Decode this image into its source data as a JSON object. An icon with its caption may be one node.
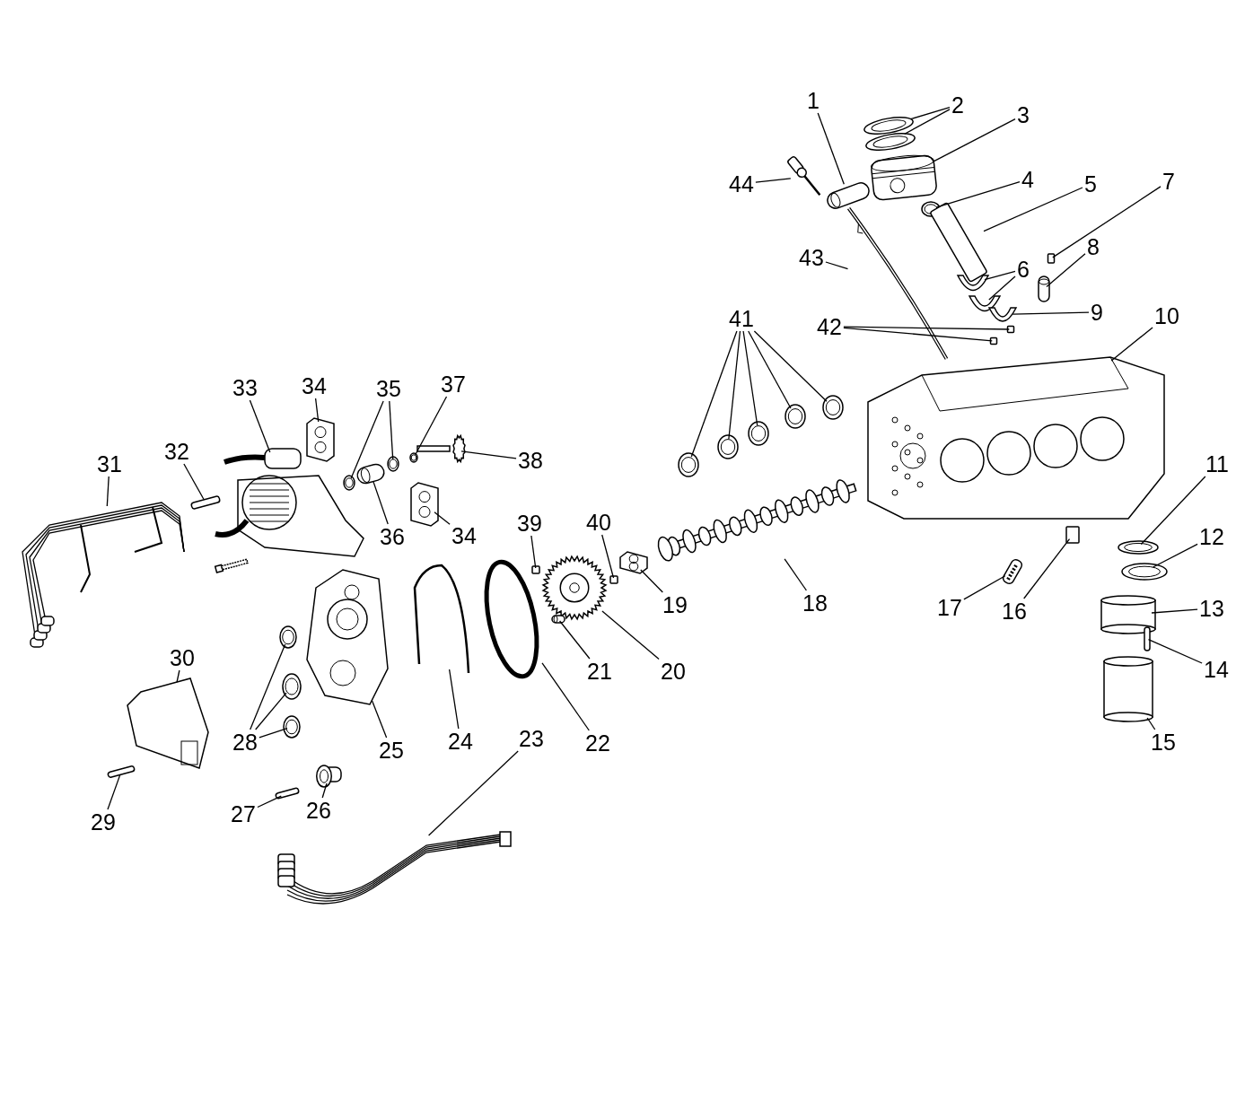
{
  "diagram": {
    "nodes": [
      {
        "text": [
          "1"
        ]
      },
      {
        "text": [
          "2"
        ]
      },
      {
        "text": [
          "3"
        ]
      },
      {
        "text": [
          "4"
        ]
      },
      {
        "text": [
          "5"
        ]
      },
      {
        "text": [
          "6"
        ]
      },
      {
        "text": [
          "7"
        ]
      },
      {
        "text": [
          "8"
        ]
      },
      {
        "text": [
          "9"
        ]
      },
      {
        "text": [
          "10"
        ]
      },
      {
        "text": [
          "11"
        ]
      },
      {
        "text": [
          "12"
        ]
      },
      {
        "text": [
          "13"
        ]
      },
      {
        "text": [
          "14"
        ]
      },
      {
        "text": [
          "15"
        ]
      },
      {
        "text": [
          "16"
        ]
      },
      {
        "text": [
          "17"
        ]
      },
      {
        "text": [
          "18"
        ]
      },
      {
        "text": [
          "19"
        ]
      },
      {
        "text": [
          "20"
        ]
      },
      {
        "text": [
          "21"
        ]
      },
      {
        "text": [
          "22"
        ]
      },
      {
        "text": [
          "23"
        ]
      },
      {
        "text": [
          "24"
        ]
      },
      {
        "text": [
          "25"
        ]
      },
      {
        "text": [
          "26"
        ]
      },
      {
        "text": [
          "27"
        ]
      },
      {
        "text": [
          "28"
        ]
      },
      {
        "text": [
          "29"
        ]
      },
      {
        "text": [
          "30"
        ]
      },
      {
        "text": [
          "31"
        ]
      },
      {
        "text": [
          "32"
        ]
      },
      {
        "text": [
          "33"
        ]
      },
      {
        "text": [
          "34"
        ]
      },
      {
        "text": [
          "34"
        ]
      },
      {
        "text": [
          "35"
        ]
      },
      {
        "text": [
          "36"
        ]
      },
      {
        "text": [
          "37"
        ]
      },
      {
        "text": [
          "38"
        ]
      },
      {
        "text": [
          "39"
        ]
      },
      {
        "text": [
          "40"
        ]
      },
      {
        "text": [
          "41"
        ]
      },
      {
        "text": [
          "42"
        ]
      },
      {
        "text": [
          "43"
        ]
      },
      {
        "text": [
          "44"
        ]
      },
      {
        "text": [],
        "shape": "picture"
      },
      {
        "text": [],
        "shape": "picture"
      },
      {
        "text": [],
        "shape": "picture"
      },
      {
        "text": [],
        "shape": "picture"
      },
      {
        "text": [],
        "shape": "picture"
      },
      {
        "text": [],
        "shape": "bar"
      },
      {
        "text": [],
        "shape": "picture"
      },
      {
        "text": [],
        "shape": "picture"
      },
      {
        "text": [],
        "shape": "box"
      },
      {
        "text": [],
        "shape": "picture"
      },
      {
        "text": [],
        "shape": "picture"
      },
      {
        "text": [],
        "shape": "picture"
      },
      {
        "text": [],
        "shape": "picture"
      },
      {
        "text": [],
        "shape": "picture"
      },
      {
        "text": [],
        "shape": "cylinder"
      },
      {
        "text": [],
        "shape": "bar"
      },
      {
        "text": [],
        "shape": "cylinder"
      },
      {
        "text": [],
        "shape": "box"
      },
      {
        "text": [],
        "shape": "picture"
      },
      {
        "text": [],
        "shape": "picture"
      },
      {
        "text": [],
        "shape": "picture"
      },
      {
        "text": [],
        "shape": "picture"
      },
      {
        "text": [],
        "shape": "picture"
      },
      {
        "text": [],
        "shape": "circle"
      },
      {
        "text": [],
        "shape": "picture"
      },
      {
        "text": [],
        "shape": "picture"
      },
      {
        "text": [],
        "shape": "picture"
      },
      {
        "text": [],
        "shape": "picture"
      },
      {
        "text": [],
        "shape": "bar"
      },
      {
        "text": [],
        "shape": "picture"
      },
      {
        "text": [],
        "shape": "picture"
      },
      {
        "text": [],
        "shape": "picture"
      },
      {
        "text": [],
        "shape": "bar"
      },
      {
        "text": [],
        "shape": "picture"
      },
      {
        "text": [],
        "shape": "picture"
      },
      {
        "text": [],
        "shape": "bar"
      },
      {
        "text": [],
        "shape": "picture"
      },
      {
        "text": [],
        "shape": "picture"
      },
      {
        "text": [],
        "shape": "picture"
      },
      {
        "text": [],
        "shape": "picture"
      },
      {
        "text": [],
        "shape": "picture"
      },
      {
        "text": [],
        "shape": "picture"
      },
      {
        "text": [],
        "shape": "picture"
      },
      {
        "text": [],
        "shape": "picture"
      },
      {
        "text": [],
        "shape": "box"
      },
      {
        "text": [],
        "shape": "box"
      },
      {
        "text": [],
        "shape": "picture"
      },
      {
        "text": [],
        "shape": "picture"
      },
      {
        "text": [],
        "shape": "picture"
      },
      {
        "text": [],
        "shape": "picture"
      },
      {
        "text": [],
        "shape": "picture"
      },
      {
        "text": [],
        "shape": "box"
      },
      {
        "text": [],
        "shape": "box"
      },
      {
        "text": [],
        "shape": "picture"
      },
      {
        "text": [],
        "shape": "picture"
      }
    ],
    "edges": [
      {
        "from": 0,
        "to": 45,
        "arrow": "none"
      },
      {
        "from": 1,
        "to": 46,
        "arrow": "none"
      },
      {
        "from": 1,
        "to": 47,
        "arrow": "none"
      },
      {
        "from": 2,
        "to": 48,
        "arrow": "none"
      },
      {
        "from": 3,
        "to": 49,
        "arrow": "none"
      },
      {
        "from": 4,
        "to": 50,
        "arrow": "none"
      },
      {
        "from": 5,
        "to": 51,
        "arrow": "none"
      },
      {
        "from": 5,
        "to": 52,
        "arrow": "none"
      },
      {
        "from": 6,
        "to": 53,
        "arrow": "none"
      },
      {
        "from": 7,
        "to": 54,
        "arrow": "none"
      },
      {
        "from": 8,
        "to": 55,
        "arrow": "none"
      },
      {
        "from": 9,
        "to": 56,
        "arrow": "none"
      },
      {
        "from": 10,
        "to": 57,
        "arrow": "none"
      },
      {
        "from": 11,
        "to": 58,
        "arrow": "none"
      },
      {
        "from": 12,
        "to": 59,
        "arrow": "none"
      },
      {
        "from": 13,
        "to": 60,
        "arrow": "none"
      },
      {
        "from": 14,
        "to": 61,
        "arrow": "none"
      },
      {
        "from": 15,
        "to": 62,
        "arrow": "none"
      },
      {
        "from": 16,
        "to": 63,
        "arrow": "none"
      },
      {
        "from": 17,
        "to": 64,
        "arrow": "none"
      },
      {
        "from": 18,
        "to": 65,
        "arrow": "none"
      },
      {
        "from": 19,
        "to": 66,
        "arrow": "none"
      },
      {
        "from": 20,
        "to": 67,
        "arrow": "none"
      },
      {
        "from": 21,
        "to": 68,
        "arrow": "none"
      },
      {
        "from": 22,
        "to": 69,
        "arrow": "none"
      },
      {
        "from": 23,
        "to": 70,
        "arrow": "none"
      },
      {
        "from": 24,
        "to": 71,
        "arrow": "none"
      },
      {
        "from": 25,
        "to": 72,
        "arrow": "none"
      },
      {
        "from": 26,
        "to": 73,
        "arrow": "none"
      },
      {
        "from": 27,
        "to": 74,
        "arrow": "none"
      },
      {
        "from": 27,
        "to": 75,
        "arrow": "none"
      },
      {
        "from": 27,
        "to": 76,
        "arrow": "none"
      },
      {
        "from": 28,
        "to": 77,
        "arrow": "none"
      },
      {
        "from": 29,
        "to": 78,
        "arrow": "none"
      },
      {
        "from": 30,
        "to": 79,
        "arrow": "none"
      },
      {
        "from": 31,
        "to": 80,
        "arrow": "none"
      },
      {
        "from": 32,
        "to": 81,
        "arrow": "none"
      },
      {
        "from": 33,
        "to": 82,
        "arrow": "none"
      },
      {
        "from": 34,
        "to": 83,
        "arrow": "none"
      },
      {
        "from": 35,
        "to": 84,
        "arrow": "none"
      },
      {
        "from": 35,
        "to": 85,
        "arrow": "none"
      },
      {
        "from": 36,
        "to": 86,
        "arrow": "none"
      },
      {
        "from": 37,
        "to": 87,
        "arrow": "none"
      },
      {
        "from": 38,
        "to": 88,
        "arrow": "none"
      },
      {
        "from": 39,
        "to": 89,
        "arrow": "none"
      },
      {
        "from": 40,
        "to": 90,
        "arrow": "none"
      },
      {
        "from": 41,
        "to": 91,
        "arrow": "none"
      },
      {
        "from": 41,
        "to": 92,
        "arrow": "none"
      },
      {
        "from": 41,
        "to": 93,
        "arrow": "none"
      },
      {
        "from": 41,
        "to": 94,
        "arrow": "none"
      },
      {
        "from": 41,
        "to": 95,
        "arrow": "none"
      },
      {
        "from": 42,
        "to": 96,
        "arrow": "none"
      },
      {
        "from": 42,
        "to": 97,
        "arrow": "none"
      },
      {
        "from": 43,
        "to": 98,
        "arrow": "none"
      },
      {
        "from": 44,
        "to": 99,
        "arrow": "none"
      }
    ]
  }
}
